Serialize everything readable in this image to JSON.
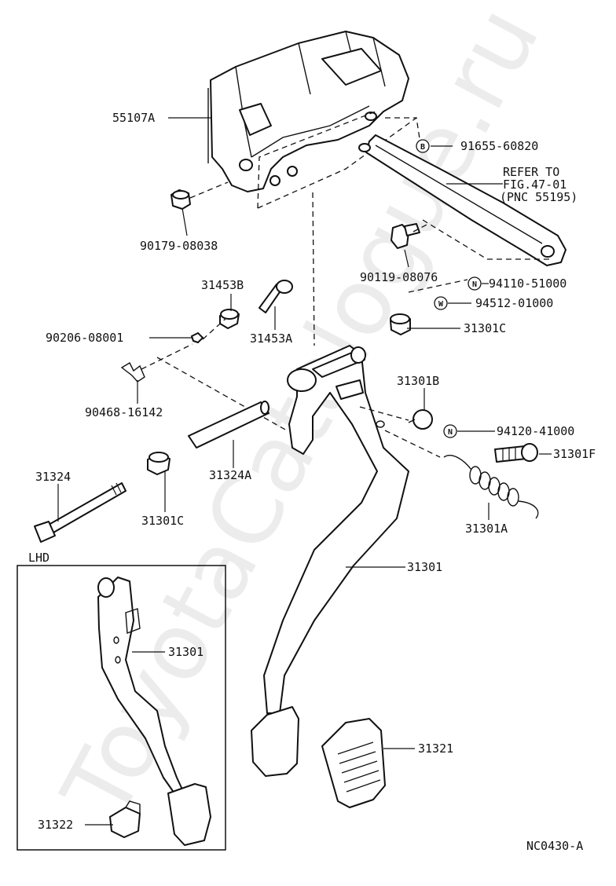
{
  "watermark": "ToyotaCatalogue.ru",
  "diagram_code": "NC0430-A",
  "inset_title": "LHD",
  "refer_note": [
    "REFER TO",
    "FIG.47-01",
    "(PNC 55195)"
  ],
  "parts": {
    "p55107A": "55107A",
    "p91655": "91655-60820",
    "p90179": "90179-08038",
    "p90119": "90119-08076",
    "p94110": "94110-51000",
    "p94512": "94512-01000",
    "p31301C_top": "31301C",
    "p31453B": "31453B",
    "p31453A": "31453A",
    "p90206": "90206-08001",
    "p90468": "90468-16142",
    "p31301B": "31301B",
    "p94120": "94120-41000",
    "p31301F": "31301F",
    "p31324": "31324",
    "p31324A": "31324A",
    "p31301C_low": "31301C",
    "p31301A": "31301A",
    "p31301": "31301",
    "p31301_lhd": "31301",
    "p31321": "31321",
    "p31322": "31322"
  },
  "symbols": {
    "bolt": "B",
    "nut": "N",
    "washer": "W",
    "nut2": "N"
  }
}
